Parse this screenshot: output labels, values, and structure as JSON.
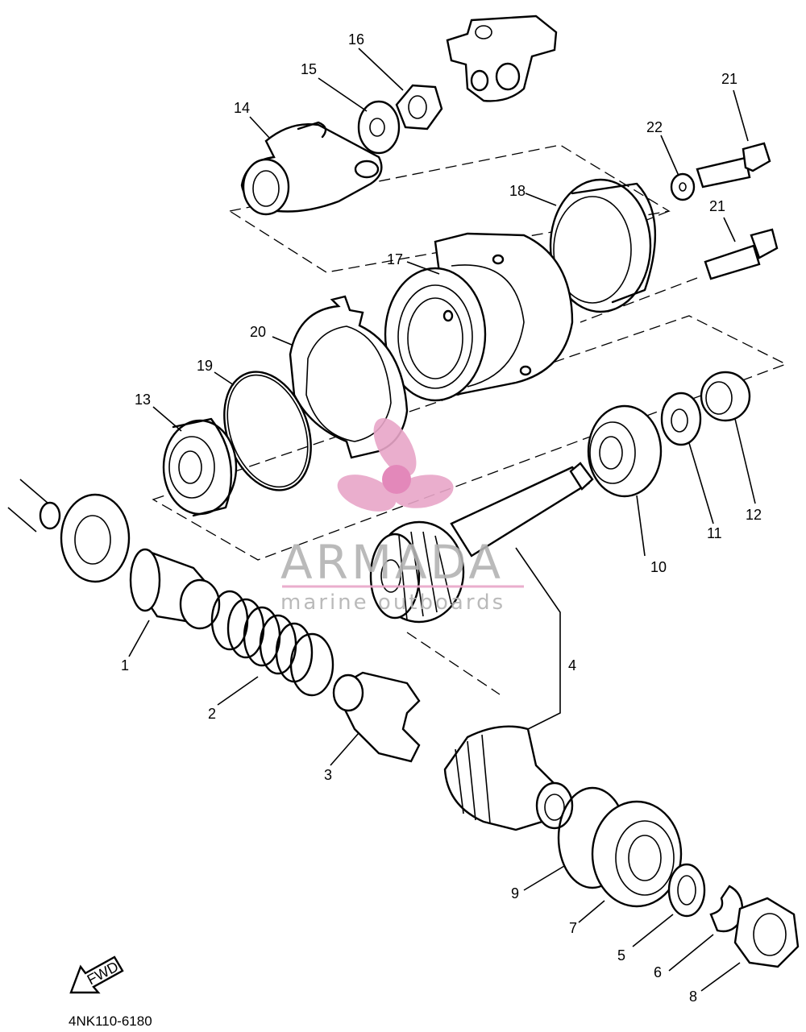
{
  "diagram": {
    "drawing_code": "4NK110-6180",
    "fwd_arrow_label": "FWD",
    "watermark": {
      "brand": "ARMADA",
      "tagline": "marine outboards",
      "logo_color": "#e8a6c8",
      "text_color": "#b3b3b3"
    },
    "part_labels": [
      {
        "id": "p1",
        "number": "1"
      },
      {
        "id": "p2",
        "number": "2"
      },
      {
        "id": "p3",
        "number": "3"
      },
      {
        "id": "p4",
        "number": "4"
      },
      {
        "id": "p5",
        "number": "5"
      },
      {
        "id": "p6",
        "number": "6"
      },
      {
        "id": "p7",
        "number": "7"
      },
      {
        "id": "p8",
        "number": "8"
      },
      {
        "id": "p9",
        "number": "9"
      },
      {
        "id": "p10",
        "number": "10"
      },
      {
        "id": "p11",
        "number": "11"
      },
      {
        "id": "p12",
        "number": "12"
      },
      {
        "id": "p13",
        "number": "13"
      },
      {
        "id": "p14",
        "number": "14"
      },
      {
        "id": "p15",
        "number": "15"
      },
      {
        "id": "p16",
        "number": "16"
      },
      {
        "id": "p17",
        "number": "17"
      },
      {
        "id": "p18",
        "number": "18"
      },
      {
        "id": "p19",
        "number": "19"
      },
      {
        "id": "p20",
        "number": "20"
      },
      {
        "id": "p21a",
        "number": "21"
      },
      {
        "id": "p21b",
        "number": "21"
      },
      {
        "id": "p22",
        "number": "22"
      }
    ]
  }
}
